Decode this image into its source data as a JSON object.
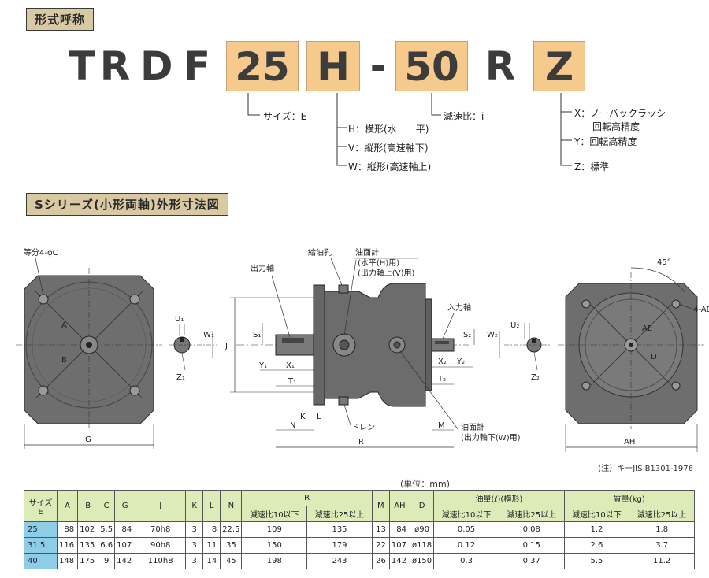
{
  "header": {
    "title": "形式呼称"
  },
  "model": {
    "chars": [
      "T",
      "R",
      "D",
      "F"
    ],
    "boxes": [
      {
        "value": "25",
        "desc": "サイズ：E"
      },
      {
        "value": "H",
        "options": [
          "H：横形(水　　平)",
          "V：縦形(高速軸下)",
          "W：縦形(高速軸上)"
        ]
      },
      {
        "dash": "-"
      },
      {
        "value": "50",
        "desc": "減速比：i"
      },
      {
        "char": "R"
      },
      {
        "value": "Z",
        "options": [
          "X：ノーバックラッシ",
          "回転高精度",
          "Y：回転高精度",
          "Z：標準"
        ]
      }
    ]
  },
  "section2": {
    "title": "Sシリーズ(小形両軸)外形寸法図"
  },
  "drawing": {
    "labels": {
      "equal_holes": "等分4-φC",
      "A": "A",
      "B": "B",
      "G": "G",
      "U1": "U₁",
      "W1": "W₁",
      "Z1": "Z₁",
      "output_shaft": "出力軸",
      "oil_inlet": "給油孔",
      "gauge_top": "油面計",
      "gauge_top_sub1": "(水平(H)用)",
      "gauge_top_sub2": "(出力軸上(V)用)",
      "J": "J",
      "S1": "S₁",
      "Y1": "Y₁",
      "X1": "X₁",
      "T1": "T₁",
      "K": "K",
      "L": "L",
      "N": "N",
      "drain": "ドレン",
      "R": "R",
      "input_shaft": "入力軸",
      "S2": "S₂",
      "X2": "X₂",
      "Y2": "Y₂",
      "T2": "T₂",
      "M": "M",
      "gauge_bottom": "油面計",
      "gauge_bottom_sub": "(出力軸下(W)用)",
      "W2": "W₂",
      "U2": "U₂",
      "Z2": "Z₂",
      "angle": "45°",
      "holes_right": "4-AD",
      "AE": "AE",
      "D": "D",
      "AH": "AH"
    },
    "note": "(注）キーJIS B1301-1976",
    "unit": "(単位：mm)"
  },
  "table": {
    "headers": {
      "size": "サイズ",
      "size_sub": "E",
      "A": "A",
      "B": "B",
      "C": "C",
      "G": "G",
      "J": "J",
      "K": "K",
      "L": "L",
      "N": "N",
      "R": "R",
      "R_sub1": "減速比10以下",
      "R_sub2": "減速比25以上",
      "M": "M",
      "AH": "AH",
      "D": "D",
      "oil": "油量(ℓ)(横形)",
      "oil_sub1": "減速比10以下",
      "oil_sub2": "減速比25以上",
      "mass": "質量(kg)",
      "mass_sub1": "減速比10以下",
      "mass_sub2": "減速比25以上"
    },
    "rows": [
      {
        "E": "25",
        "A": "88",
        "B": "102",
        "C": "5.5",
        "G": "84",
        "J": "70h8",
        "K": "3",
        "L": "8",
        "N": "22.5",
        "R1": "109",
        "R2": "135",
        "M": "13",
        "AH": "84",
        "D": "ø90",
        "oil1": "0.05",
        "oil2": "0.08",
        "mass1": "1.2",
        "mass2": "1.8"
      },
      {
        "E": "31.5",
        "A": "116",
        "B": "135",
        "C": "6.6",
        "G": "107",
        "J": "90h8",
        "K": "3",
        "L": "11",
        "N": "35",
        "R1": "150",
        "R2": "179",
        "M": "22",
        "AH": "107",
        "D": "ø118",
        "oil1": "0.12",
        "oil2": "0.15",
        "mass1": "2.6",
        "mass2": "3.7"
      },
      {
        "E": "40",
        "A": "148",
        "B": "175",
        "C": "9",
        "G": "142",
        "J": "110h8",
        "K": "3",
        "L": "14",
        "N": "45",
        "R1": "198",
        "R2": "243",
        "M": "26",
        "AH": "142",
        "D": "ø150",
        "oil1": "0.3",
        "oil2": "0.37",
        "mass1": "5.5",
        "mass2": "11.2"
      }
    ]
  }
}
